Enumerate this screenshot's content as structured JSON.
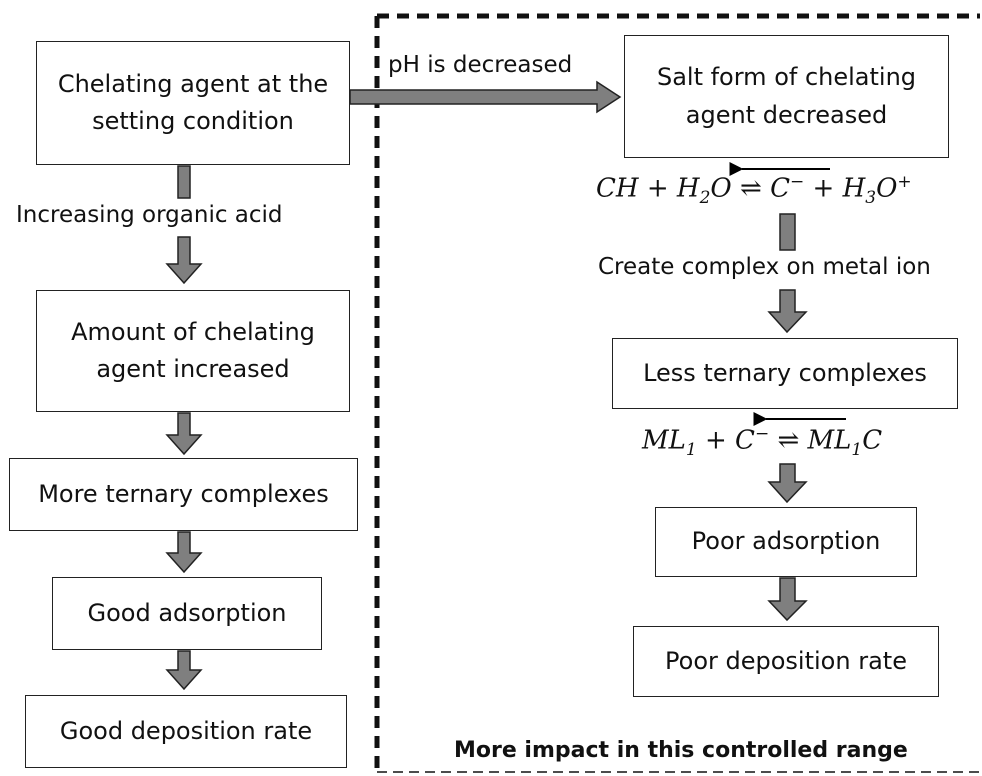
{
  "left_boxes": {
    "setting": "Chelating agent at the setting condition",
    "increased": "Amount of chelating agent increased",
    "ternary_more": "More ternary complexes",
    "adsorption_good": "Good adsorption",
    "deposition_good": "Good deposition rate"
  },
  "right_boxes": {
    "salt": "Salt form of chelating agent decreased",
    "ternary_less": "Less ternary complexes",
    "adsorption_poor": "Poor adsorption",
    "deposition_poor": "Poor deposition rate"
  },
  "labels": {
    "increasing_acid": "Increasing organic acid",
    "ph_decreased": "pH is decreased",
    "create_complex": "Create complex on metal ion",
    "footer": "More impact in this controlled range"
  },
  "equations": {
    "eq1": {
      "a": "CH",
      "plus1": "+",
      "b": "H",
      "b_sub": "2",
      "b_tail": "O",
      "arrow": "⇌",
      "c": "C",
      "c_sup": "−",
      "plus2": "+",
      "d": "H",
      "d_sub": "3",
      "d_tail": "O",
      "d_sup": "+"
    },
    "eq2": {
      "a": "ML",
      "a_sub": "1",
      "plus": "+",
      "c": "C",
      "c_sup": "−",
      "arrow": "⇌",
      "p": "ML",
      "p_sub": "1",
      "p_tail": "C"
    }
  },
  "colors": {
    "arrow_fill": "#7f7f7f",
    "stroke": "#222222"
  }
}
